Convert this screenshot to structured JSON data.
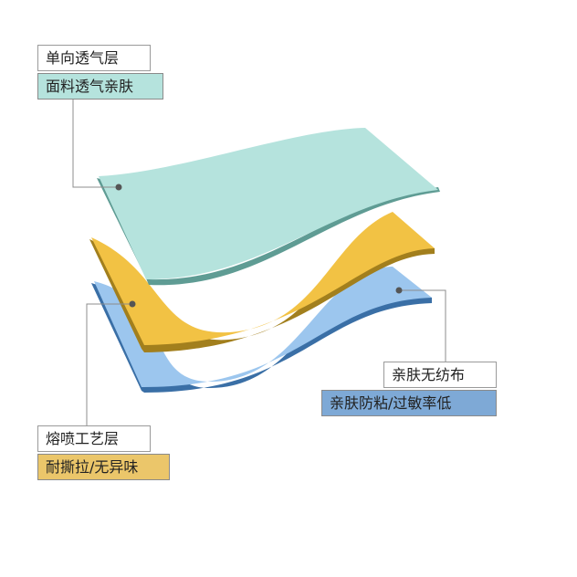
{
  "colors": {
    "top_layer": "#b5e3dd",
    "top_layer_edge": "#5f9c94",
    "middle_layer": "#f2c244",
    "middle_layer_edge": "#a27f1d",
    "bottom_layer": "#9cc6ee",
    "bottom_layer_edge": "#3a6fa6",
    "top_sub_bg": "#b5e3dd",
    "middle_sub_bg": "#ebc66a",
    "bottom_sub_bg": "#7ea9d6",
    "leader_line": "#8c8c8c",
    "anchor_dot": "#555555"
  },
  "layers": {
    "top": {
      "title": "单向透气层",
      "subtitle": "面料透气亲肤"
    },
    "middle": {
      "title": "熔喷工艺层",
      "subtitle": "耐撕拉/无异味"
    },
    "bottom": {
      "title": "亲肤无纺布",
      "subtitle": "亲肤防粘/过敏率低"
    }
  }
}
